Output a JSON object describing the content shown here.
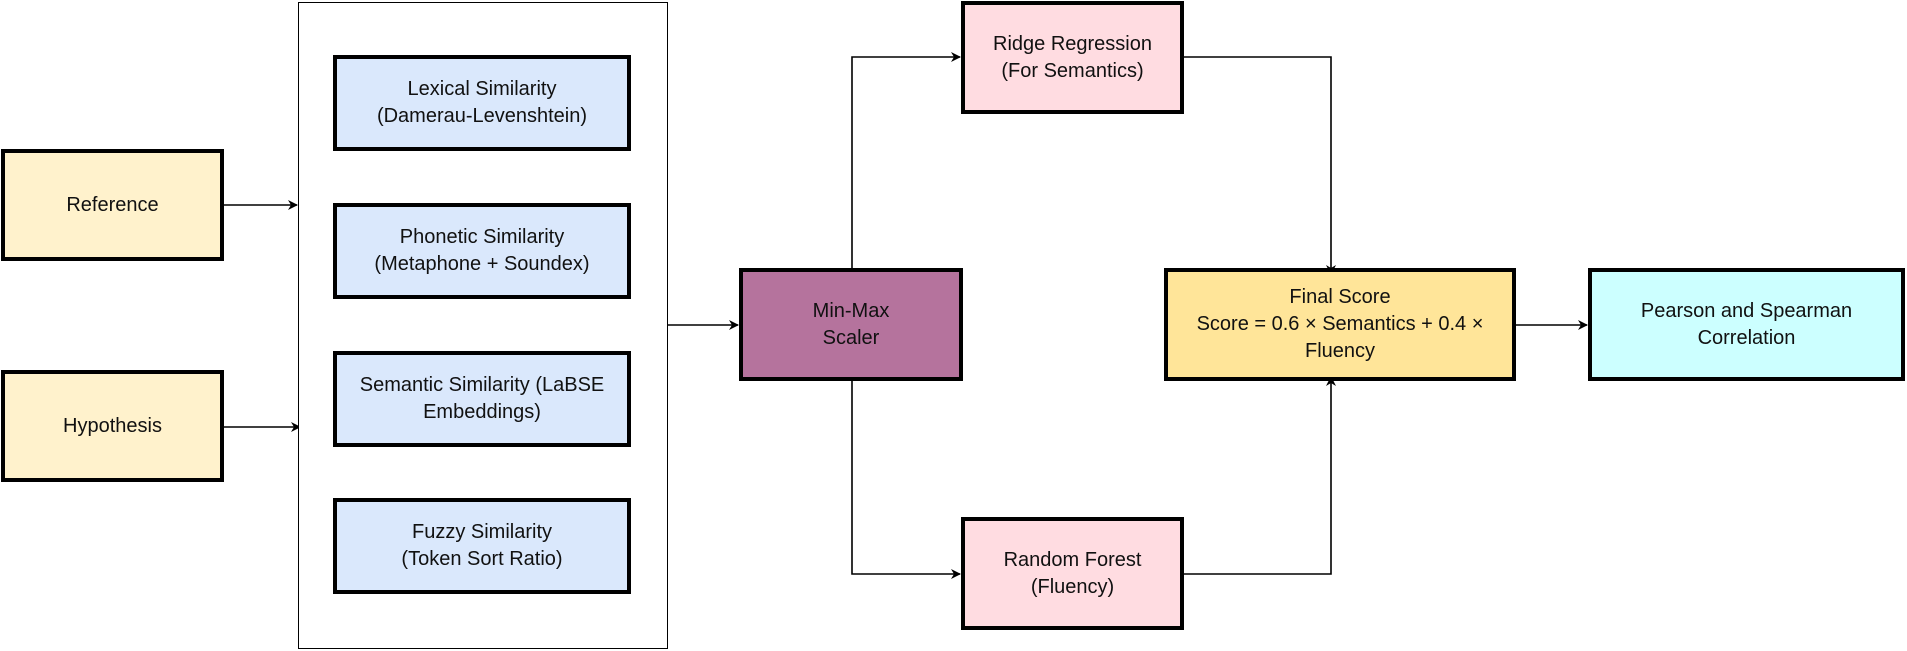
{
  "inputs": {
    "reference": "Reference",
    "hypothesis": "Hypothesis"
  },
  "features": [
    {
      "label": "Lexical Similarity\n(Damerau-Levenshtein)"
    },
    {
      "label": "Phonetic Similarity\n(Metaphone + Soundex)"
    },
    {
      "label": "Semantic Similarity (LaBSE\nEmbeddings)"
    },
    {
      "label": "Fuzzy Similarity\n(Token Sort Ratio)"
    }
  ],
  "scaler": "Min-Max\nScaler",
  "models": {
    "ridge": "Ridge Regression\n(For Semantics)",
    "forest": "Random Forest\n(Fluency)"
  },
  "final_score": "Final Score\nScore = 0.6 × Semantics + 0.4 ×\nFluency",
  "correlation": "Pearson and Spearman\nCorrelation",
  "colors": {
    "input": "#fff2cc",
    "feature": "#dae8fc",
    "model": "#ffdce1",
    "scaler": "#b5739d",
    "final": "#ffe599",
    "correlation": "#ccffff",
    "line": "#000000"
  }
}
